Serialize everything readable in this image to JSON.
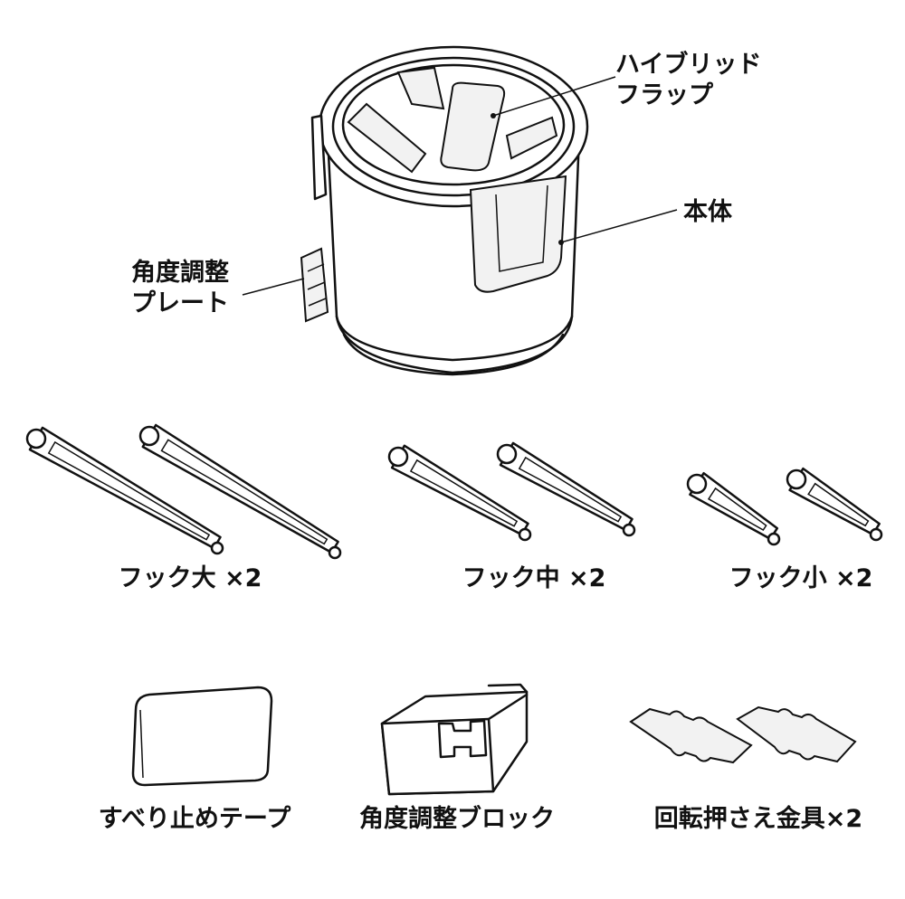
{
  "labels": {
    "hybrid_flap_line1": "ハイブリッド",
    "hybrid_flap_line2": "フラップ",
    "body": "本体",
    "angle_plate_line1": "角度調整",
    "angle_plate_line2": "プレート",
    "hook_large": "フック大 ×2",
    "hook_medium": "フック中 ×2",
    "hook_small": "フック小 ×2",
    "anti_slip_tape": "すべり止めテープ",
    "angle_block": "角度調整ブロック",
    "rotation_clamp": "回転押さえ金具×2"
  }
}
